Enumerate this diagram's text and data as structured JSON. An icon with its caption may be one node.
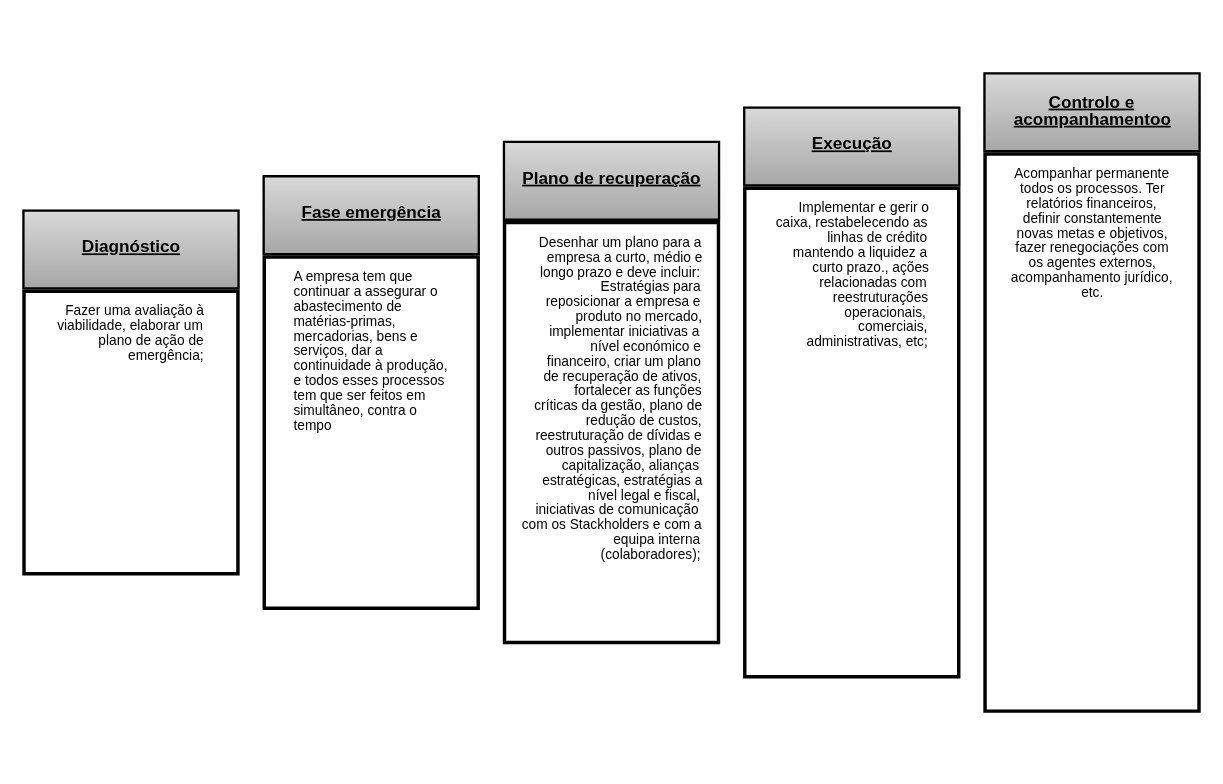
{
  "diagram": {
    "nodes": [
      {
        "text": [
          "Diagnóstico",
          "Fazer uma avaliação à viabilidade, elaborar um plano de ação de emergência;"
        ]
      },
      {
        "text": [
          "Fase emergência",
          "A empresa tem que continuar a assegurar o abastecimento de matérias-primas, mercadorias, bens e serviços, dar a continuidade à produção, e todos esses processos tem que ser feitos em simultâneo, contra o tempo"
        ]
      },
      {
        "text": [
          "Plano de recuperação",
          "Desenhar um plano para a empresa a curto, médio e longo prazo e deve incluir: Estratégias para reposicionar a empresa e produto no mercado, implementar iniciativas a nível económico e financeiro, criar um plano de recuperação de ativos, fortalecer as funções críticas da gestão, plano de redução de custos, reestruturação de dívidas e outros passivos, plano de capitalização, alianças estratégicas, estratégias a nível legal e fiscal, iniciativas de comunicação com os Stackholders e com a equipa interna (colaboradores);"
        ]
      },
      {
        "text": [
          "Execução",
          "Implementar e gerir o caixa, restabelecendo as linhas de crédito mantendo a liquidez a curto prazo., ações relacionadas com reestruturações operacionais, comerciais, administrativas, etc;"
        ]
      },
      {
        "text": [
          "Controlo e acompanhamentoo",
          "Acompanhar permanente todos os processos. Ter relatórios financeiros, definir constantemente novas metas e objetivos, fazer renegociações com os agentes externos, acompanhamento jurídico, etc."
        ]
      }
    ]
  }
}
